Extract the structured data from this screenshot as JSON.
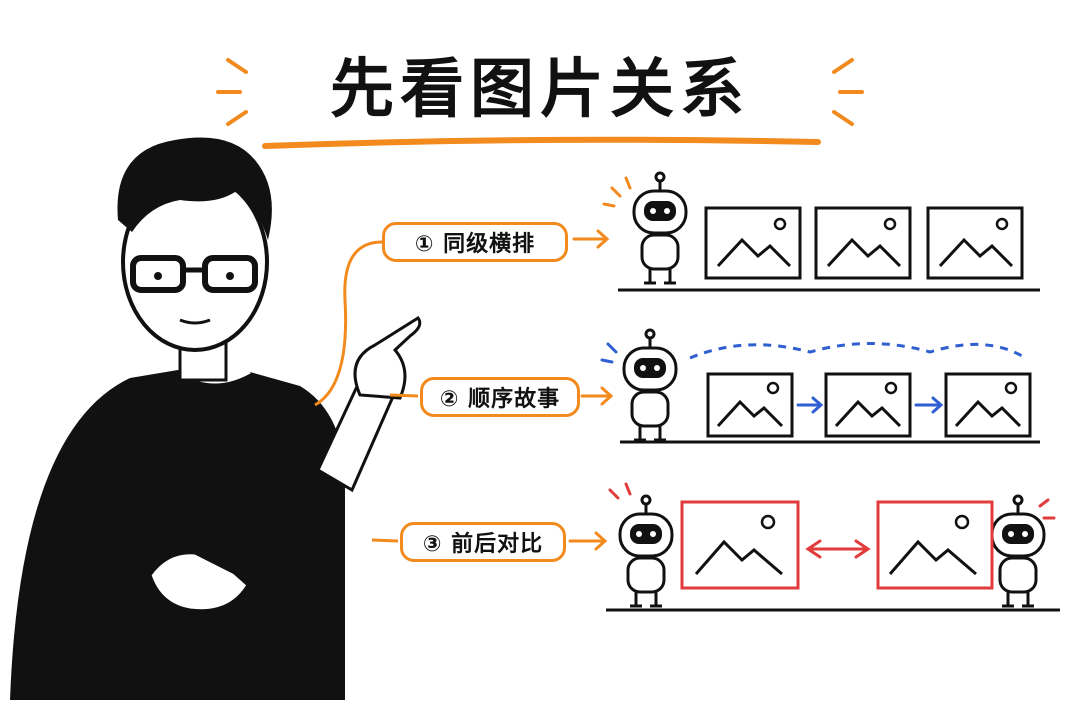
{
  "title": "先看图片关系",
  "modes": [
    {
      "label": "① 同级横排",
      "relation": "side-by-side"
    },
    {
      "label": "② 顺序故事",
      "relation": "sequence"
    },
    {
      "label": "③ 前后对比",
      "relation": "before-after"
    }
  ],
  "colors": {
    "accent": "#f28a1e",
    "sequence": "#2f5fd0",
    "compare": "#e23b3b",
    "ink": "#111111"
  }
}
